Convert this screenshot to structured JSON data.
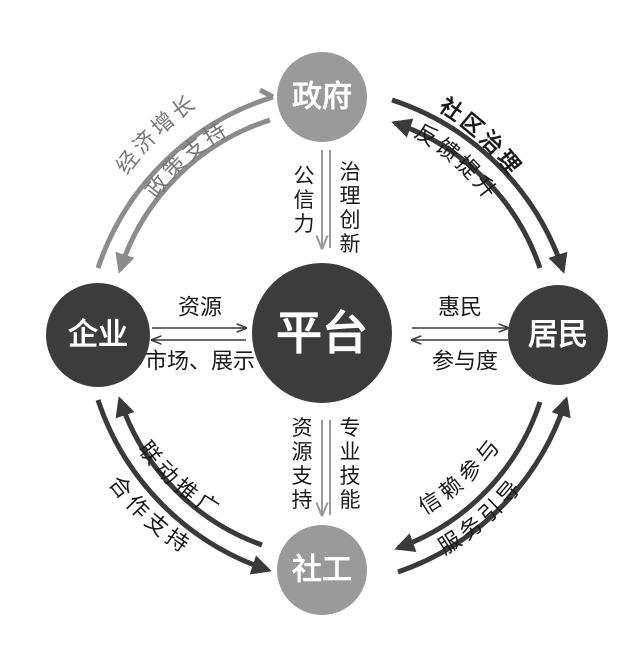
{
  "nodes": {
    "government": "政府",
    "platform": "平台",
    "enterprise": "企业",
    "residents": "居民",
    "social_work": "社工"
  },
  "links": {
    "gov_to_enterprise_outer": "经济增长",
    "gov_to_enterprise_inner": "政策支持",
    "gov_to_residents_outer": "社区治理",
    "gov_to_residents_inner": "反馈提升",
    "platform_gov_left": "公信力",
    "platform_gov_right": "治理创新",
    "enterprise_platform_top": "资源",
    "enterprise_platform_bottom": "市场、展示",
    "platform_residents_top": "惠民",
    "platform_residents_bottom": "参与度",
    "platform_social_left": "资源支持",
    "platform_social_right": "专业技能",
    "enterprise_social_inner": "联动推广",
    "enterprise_social_outer": "合作支持",
    "residents_social_inner": "信赖参与",
    "residents_social_outer": "服务引导"
  },
  "colors": {
    "dark_node": "#3c3c3c",
    "light_node": "#9a9a9a",
    "dark_arrow": "#3a3a3a",
    "light_arrow": "#8c8c8c"
  }
}
